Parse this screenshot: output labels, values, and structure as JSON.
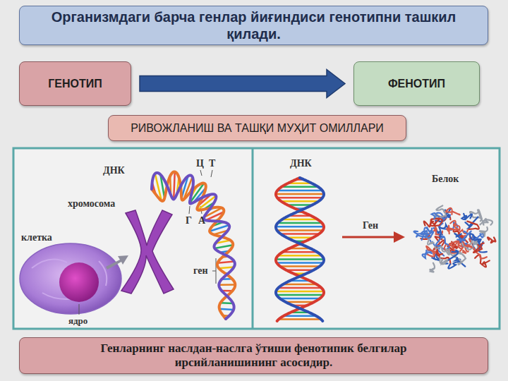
{
  "diagram": {
    "nodes": [
      {
        "text": [
          "Организмдаги барча генлар йиғиндиси генотипни ташкил қилади."
        ]
      },
      {
        "text": [
          "ГЕНОТИП"
        ]
      },
      {
        "text": [
          "ФЕНОТИП"
        ]
      },
      {
        "text": [
          "РИВОЖЛАНИШ ВА ТАШҚИ МУҲИТ ОМИЛЛАРИ"
        ]
      },
      {
        "text": [
          "Генларнинг наслдан-наслга ўтиши фенотипик белгилар ирсийланишининг асосидир."
        ]
      }
    ],
    "edges": [
      {
        "from": 1,
        "to": 2,
        "arrow": "to"
      }
    ],
    "labels": [
      "ДНК",
      "хромосома",
      "клетка",
      "ядро",
      "Ц",
      "Т",
      "Г",
      "А",
      "ген",
      "ДНК",
      "Ген",
      "Белок"
    ]
  }
}
